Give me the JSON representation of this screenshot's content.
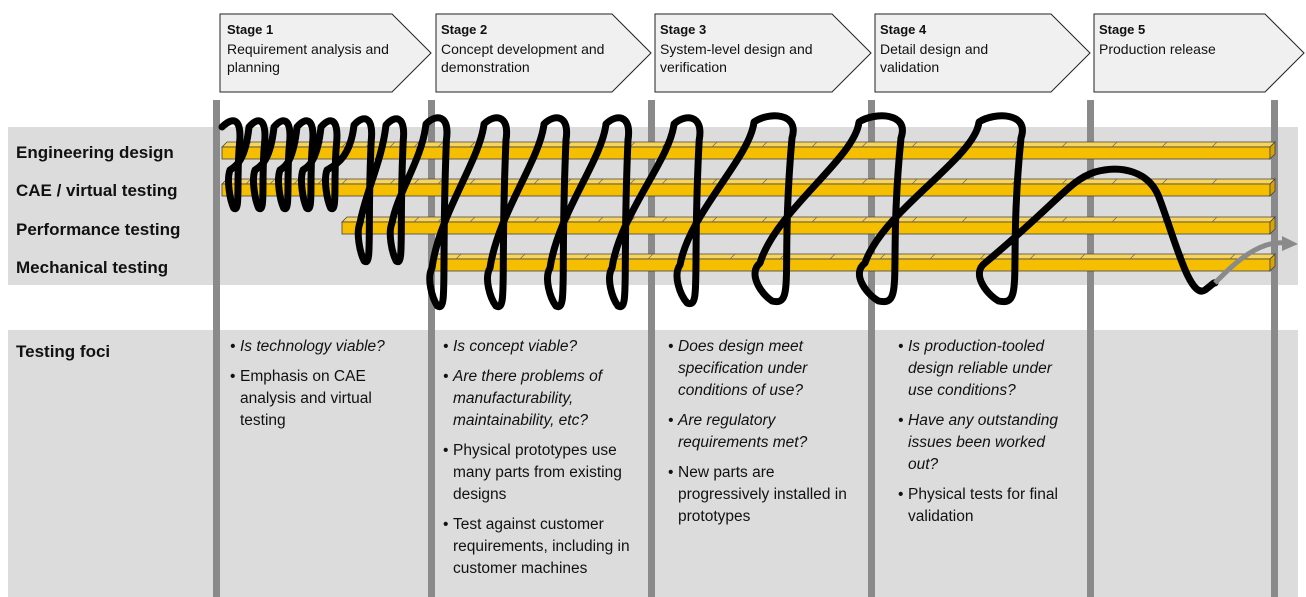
{
  "stages": [
    {
      "title": "Stage 1",
      "desc": "Requirement analysis and planning"
    },
    {
      "title": "Stage 2",
      "desc": "Concept development and demonstration"
    },
    {
      "title": "Stage 3",
      "desc": "System-level design and verification"
    },
    {
      "title": "Stage 4",
      "desc": "Detail design and validation"
    },
    {
      "title": "Stage 5",
      "desc": "Production release"
    }
  ],
  "rows": [
    {
      "label": "Engineering design"
    },
    {
      "label": "CAE / virtual testing"
    },
    {
      "label": "Performance testing"
    },
    {
      "label": "Mechanical testing"
    }
  ],
  "foci": {
    "label": "Testing foci",
    "columns": [
      {
        "items": [
          {
            "text": "Is technology viable?",
            "question": true
          },
          {
            "text": "Emphasis on CAE analysis and virtual testing",
            "question": false
          }
        ]
      },
      {
        "items": [
          {
            "text": "Is concept viable?",
            "question": true
          },
          {
            "text": "Are there problems of manufacturability, maintainability, etc?",
            "question": true
          },
          {
            "text": "Physical prototypes use many parts from existing designs",
            "question": false
          },
          {
            "text": "Test against customer requirements, including in customer machines",
            "question": false
          }
        ]
      },
      {
        "items": [
          {
            "text": "Does design meet specification under conditions of use?",
            "question": true
          },
          {
            "text": "Are regulatory requirements met?",
            "question": true
          },
          {
            "text": "New parts are progressively installed in prototypes",
            "question": false
          }
        ]
      },
      {
        "items": [
          {
            "text": "Is production-tooled design reliable under use conditions?",
            "question": true
          },
          {
            "text": "Have any outstanding issues been worked out?",
            "question": true
          },
          {
            "text": "Physical tests for final validation",
            "question": false
          }
        ]
      },
      {
        "items": []
      }
    ]
  },
  "colors": {
    "bar": "#f5bf00",
    "band": "#dcdcdc",
    "divider": "#8a8a8a",
    "spiral": "#000000",
    "arrow_fill": "#f0f0f0"
  }
}
